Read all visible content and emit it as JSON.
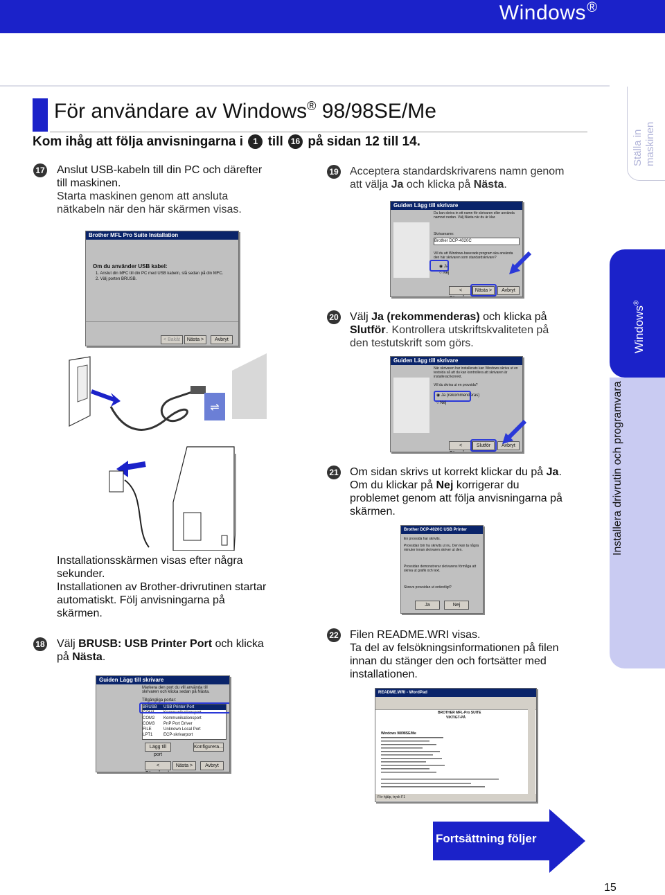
{
  "header": {
    "title": "Windows",
    "reg": "®"
  },
  "side_tabs": {
    "setup_line1": "Ställa in",
    "setup_line2": "maskinen",
    "windows": "Windows",
    "windows_reg": "®",
    "install": "Installera drivrutin och programvara"
  },
  "section": {
    "title": "För användare av Windows",
    "title_reg": "®",
    "title_suffix": " 98/98SE/Me",
    "reminder_prefix": "Kom ihåg att följa anvisningarna i ",
    "reminder_from": "1",
    "reminder_mid": " till ",
    "reminder_to": "16",
    "reminder_suffix": " på sidan 12 till 14."
  },
  "steps": {
    "s17": {
      "num": "17",
      "text1": "Anslut USB-kabeln till din PC och därefter",
      "text2": "till maskinen.",
      "text3": "Starta maskinen genom att ansluta",
      "text4": "nätkabeln när den här skärmen visas."
    },
    "s17_after": {
      "text1": "Installationsskärmen visas efter några",
      "text2": "sekunder.",
      "text3": "Installationen av Brother-drivrutinen startar",
      "text4": "automatiskt. Följ anvisningarna på",
      "text5": "skärmen."
    },
    "s18": {
      "num": "18",
      "pre": "Välj ",
      "bold1": "BRUSB: USB Printer Port",
      "mid": " och klicka",
      "pre2": "på ",
      "bold2": "Nästa",
      "end": "."
    },
    "s19": {
      "num": "19",
      "text1": "Acceptera standardskrivarens namn genom",
      "pre2": "att välja ",
      "bold1": "Ja",
      "mid2": " och klicka på ",
      "bold2": "Nästa",
      "end2": "."
    },
    "s20": {
      "num": "20",
      "pre": "Välj ",
      "bold1": "Ja (rekommenderas)",
      "mid": " och klicka på",
      "bold2": "Slutför",
      "rest2": ". Kontrollera utskriftskvaliteten på",
      "text3": "den testutskrift som görs."
    },
    "s21": {
      "num": "21",
      "pre": "Om sidan skrivs ut korrekt klickar du på ",
      "bold1": "Ja",
      "end1": ".",
      "pre2": "Om du klickar på ",
      "bold2": "Nej",
      "rest2": " korrigerar du",
      "text3": "problemet genom att följa anvisningarna på",
      "text4": "skärmen."
    },
    "s22": {
      "num": "22",
      "text1": "Filen README.WRI visas.",
      "text2": "Ta del av felsökningsinformationen på filen",
      "text3": "innan du stänger den och fortsätter med",
      "text4": "installationen."
    }
  },
  "screens": {
    "usb": {
      "title": "Brother MFL Pro Suite Installation",
      "heading": "Om du använder USB kabel:",
      "line1": "1. Anslut din MFC till din PC med USB kabeln, slå sedan på din MFC.",
      "line2": "2. Välj porten BRUSB.",
      "back": "< Bakåt",
      "next": "Nästa >",
      "cancel": "Avbryt"
    },
    "port": {
      "title": "Guiden Lägg till skrivare",
      "intro": "Markera den port du vill använda till skrivaren och klicka sedan på Nästa.",
      "ports_label": "Tillgängliga portar:",
      "ports": [
        {
          "name": "BRUSB",
          "desc": "USB Printer Port"
        },
        {
          "name": "COM1",
          "desc": "Kommunikationsport"
        },
        {
          "name": "COM2",
          "desc": "Kommunikationsport"
        },
        {
          "name": "COM3",
          "desc": "PnP Port Driver"
        },
        {
          "name": "FILE",
          "desc": "Unknown Local Port"
        },
        {
          "name": "LPT1",
          "desc": "ECP-skrivarport"
        }
      ],
      "add": "Lägg till port",
      "config": "Konfigurera...",
      "back": "< Föregående",
      "next": "Nästa >",
      "cancel": "Avbryt"
    },
    "name": {
      "title": "Guiden Lägg till skrivare",
      "intro": "Du kan skriva in ett namn för skrivaren eller använda namnet nedan. Välj Nästa när du är klar.",
      "label": "Skrivarnamn:",
      "value": "Brother DCP-4020C",
      "question": "Vill du att Windows-baserade program ska använda den här skrivaren som standardskrivare?",
      "yes": "Ja",
      "no": "Nej",
      "back": "< Föregående",
      "next": "Nästa >",
      "cancel": "Avbryt"
    },
    "test": {
      "title": "Guiden Lägg till skrivare",
      "intro": "När skrivaren har installerats kan Windows skriva ut en testsida så att du kan kontrollera att skrivaren är installerad korrekt.",
      "question": "Vill du skriva ut en provsida?",
      "yes": "Ja (rekommenderas)",
      "no": "Nej",
      "back": "< Föregående",
      "finish": "Slutför",
      "cancel": "Avbryt"
    },
    "printed": {
      "title": "Brother DCP-4020C USB Printer",
      "l1": "En provsida har skrivits.",
      "l2": "Provsidan bör ha skrivits ut nu. Den kan ta några minuter innan skrivaren skriver ut den.",
      "l3": "Provsidan demonstrerar skrivarens förmåga att skriva ut grafik och text.",
      "q": "Skrevs provsidan ut ordentligt?",
      "yes": "Ja",
      "no": "Nej"
    },
    "readme": {
      "title": "README.WRI - WordPad",
      "h1": "BROTHER MFL-Pro SUITE",
      "h2": "VIKTIGT-PÅ",
      "sub": "Windows 98/98SE/Me",
      "footer": "För hjälp, tryck F1"
    }
  },
  "continue_label": "Fortsättning följer",
  "page_number": "15"
}
